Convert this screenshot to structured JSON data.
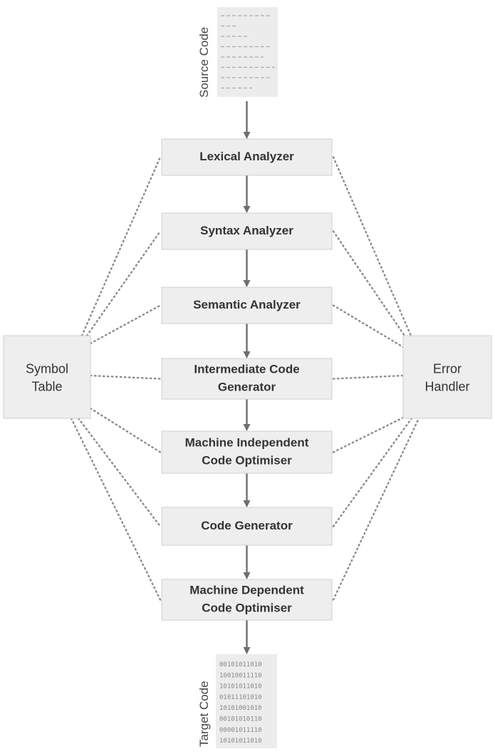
{
  "source": {
    "label": "Source Code"
  },
  "target": {
    "label": "Target Code",
    "lines": [
      "00101011010",
      "10010011110",
      "10101011010",
      "01011101010",
      "10101001010",
      "00101010110",
      "00001011110",
      "10101011010"
    ]
  },
  "symbol_table": {
    "lines": [
      "Symbol",
      "Table"
    ]
  },
  "error_handler": {
    "lines": [
      "Error",
      "Handler"
    ]
  },
  "phases": [
    {
      "lines": [
        "Lexical Analyzer"
      ]
    },
    {
      "lines": [
        "Syntax Analyzer"
      ]
    },
    {
      "lines": [
        "Semantic Analyzer"
      ]
    },
    {
      "lines": [
        "Intermediate Code",
        "Generator"
      ]
    },
    {
      "lines": [
        "Machine Independent",
        "Code Optimiser"
      ]
    },
    {
      "lines": [
        "Code Generator"
      ]
    },
    {
      "lines": [
        "Machine Dependent",
        "Code Optimiser"
      ]
    }
  ]
}
